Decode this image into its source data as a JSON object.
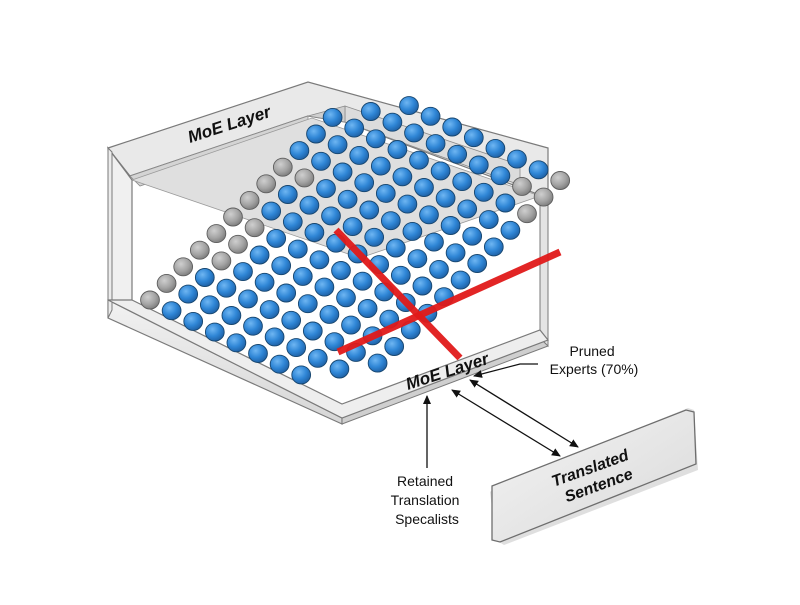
{
  "layer_label_top": "MoE Layer",
  "layer_label_front": "MoE Layer",
  "pruned_label": [
    "Pruned",
    "Experts (70%)"
  ],
  "retained_label": [
    "Retained",
    "Translation",
    "Specalists"
  ],
  "output_label": [
    "Translated",
    "Sentence"
  ],
  "colors": {
    "active_expert": "#2f86d6",
    "pruned_expert": "#a3a3a3",
    "prune_cross": "#e11a1a",
    "box_face": "#eeeeee"
  }
}
